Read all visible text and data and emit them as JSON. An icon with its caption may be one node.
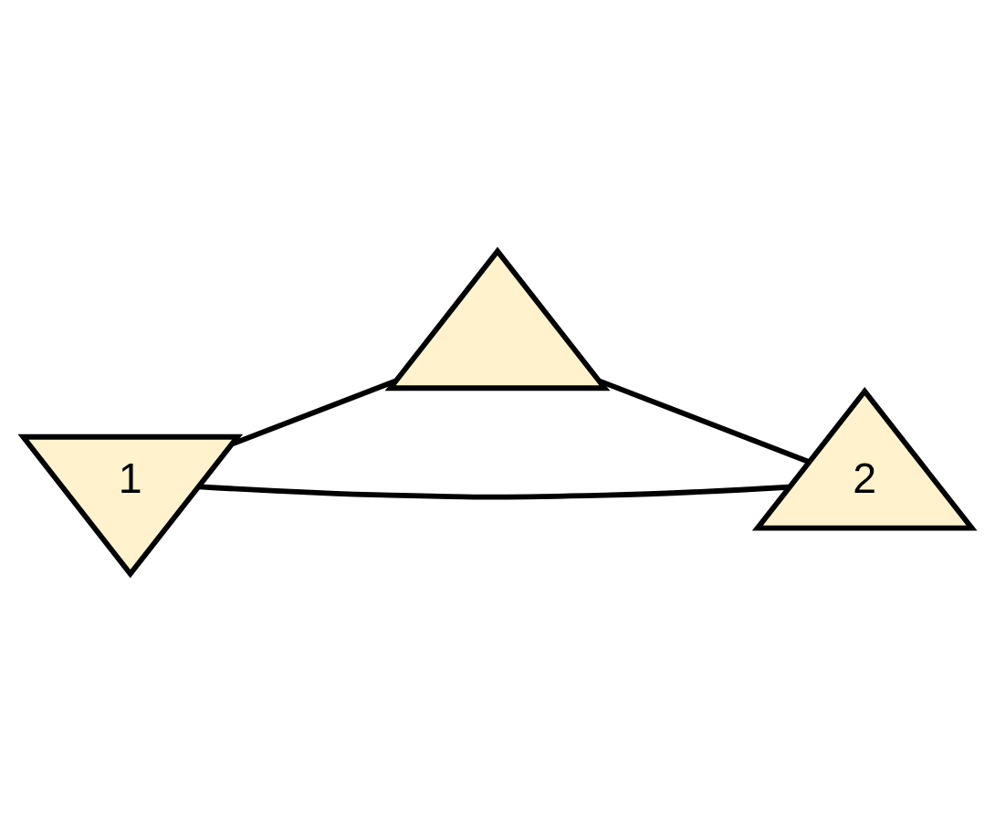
{
  "diagram": {
    "nodes": [
      {
        "text": [
          "1"
        ]
      },
      {
        "text": [],
        "shape": "triangle"
      },
      {
        "text": [
          "2"
        ]
      }
    ],
    "edges": [
      {
        "from": 0,
        "to": 1,
        "arrow": "none"
      },
      {
        "from": 0,
        "to": 2,
        "arrow": "none"
      },
      {
        "from": 1,
        "to": 2,
        "arrow": "none"
      }
    ]
  }
}
